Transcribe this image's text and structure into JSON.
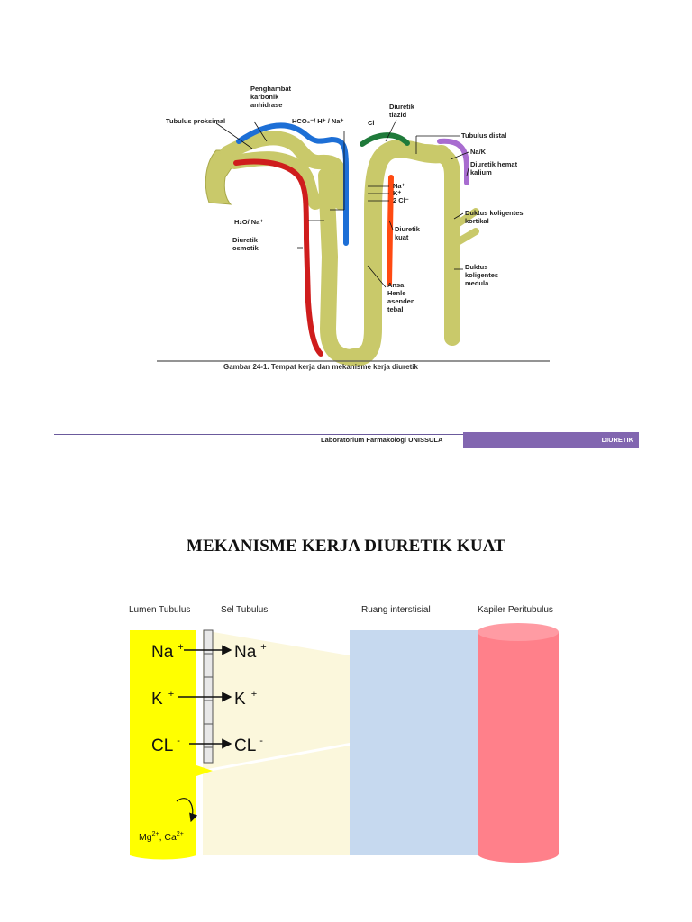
{
  "figure1": {
    "labels": {
      "penghambat": [
        "Penghambat",
        "karbonik",
        "anhidrase"
      ],
      "tubulus_proksimal": "Tubulus proksimal",
      "hco3": "HCO₃⁻/ H⁺ / Na⁺",
      "cl": "Cl",
      "diuretik_tiazid": [
        "Diuretik",
        "tiazid"
      ],
      "tubulus_distal": "Tubulus distal",
      "nak": "Na/K",
      "diuretik_hemat": [
        "Diuretik hemat",
        "kalium"
      ],
      "na_plus": "Na⁺",
      "k_plus": "K⁺",
      "two_cl": "2 Cl⁻",
      "duktus_kortikal": [
        "Duktus koligentes",
        "kortikal"
      ],
      "h2o_na": "H₂O/ Na⁺",
      "diuretik_kuat": [
        "Diuretik",
        "kuat"
      ],
      "diuretik_osmotik": [
        "Diuretik",
        "osmotik"
      ],
      "duktus_medula": [
        "Duktus",
        "koligentes",
        "medula"
      ],
      "ansa_henle": [
        "Ansa",
        "Henle",
        "asenden",
        "tebal"
      ]
    },
    "caption": "Gambar 24-1. Tempat kerja dan mekanisme kerja diuretik",
    "colors": {
      "tubule": "#c9c96a",
      "blue": "#1d6fd6",
      "red": "#cf1d1d",
      "green": "#1f7a3a",
      "purple": "#a86cd0",
      "orange": "#ff4a12"
    }
  },
  "header": {
    "lab_name": "Laboratorium Farmakologi UNISSULA",
    "section": "DIURETIK",
    "accent": "#8266b0"
  },
  "title": "MEKANISME KERJA DIURETIK KUAT",
  "figure2": {
    "columns": [
      "Lumen Tubulus",
      "Sel Tubulus",
      "Ruang interstisial",
      "Kapiler Peritubulus"
    ],
    "ions": [
      {
        "base": "Na",
        "charge": "+"
      },
      {
        "base": "K",
        "charge": "+"
      },
      {
        "base": "CL",
        "charge": "-"
      }
    ],
    "mg_ca": {
      "mg": "Mg",
      "mg_charge": "2+",
      "sep": ", ",
      "ca": "Ca",
      "ca_charge": "2+"
    },
    "colors": {
      "lumen": "#ffff00",
      "cell": "#fbf7dc",
      "interstitium": "#c6d9ef",
      "capillary": "#ff808a",
      "capillary_top": "#ff9ba3"
    }
  }
}
